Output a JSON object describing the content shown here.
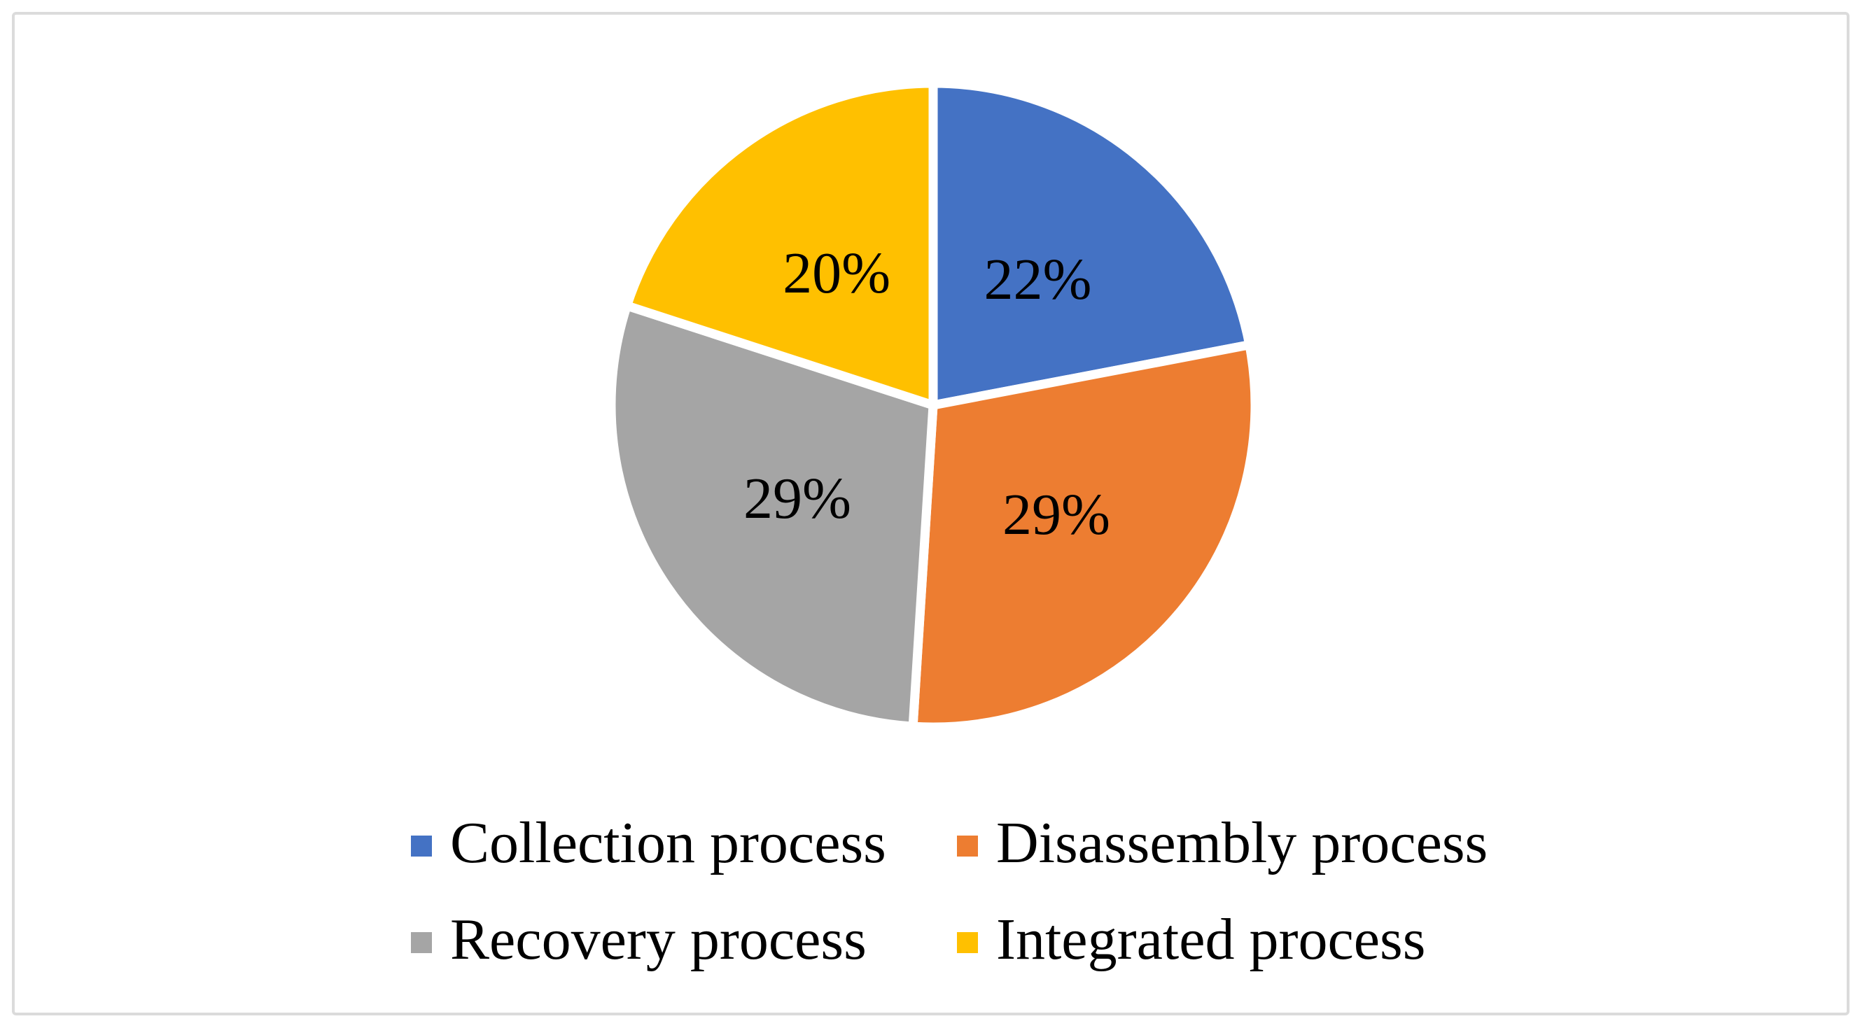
{
  "figure": {
    "kind": "pie-chart-figure",
    "frame_border_color": "#DBDBDB",
    "background_color": "#ffffff"
  },
  "chart_data": {
    "type": "pie",
    "title": "",
    "categories": [
      "Collection process",
      "Disassembly process",
      "Recovery process",
      "Integrated process"
    ],
    "values": [
      22,
      29,
      29,
      20
    ],
    "labels": [
      "22%",
      "29%",
      "29%",
      "20%"
    ],
    "colors": [
      "#4472C4",
      "#ED7D31",
      "#A5A5A5",
      "#FFC000"
    ],
    "start_angle_deg": 0,
    "direction": "clockwise",
    "slice_border_color": "#ffffff",
    "label_position": "inside",
    "label_color": "#000000",
    "legend_position": "bottom",
    "legend_rows": 2
  },
  "legend": {
    "items": [
      {
        "label": "Collection process",
        "color": "#4472C4"
      },
      {
        "label": "Disassembly process",
        "color": "#ED7D31"
      },
      {
        "label": "Recovery process",
        "color": "#A5A5A5"
      },
      {
        "label": "Integrated process",
        "color": "#FFC000"
      }
    ]
  }
}
